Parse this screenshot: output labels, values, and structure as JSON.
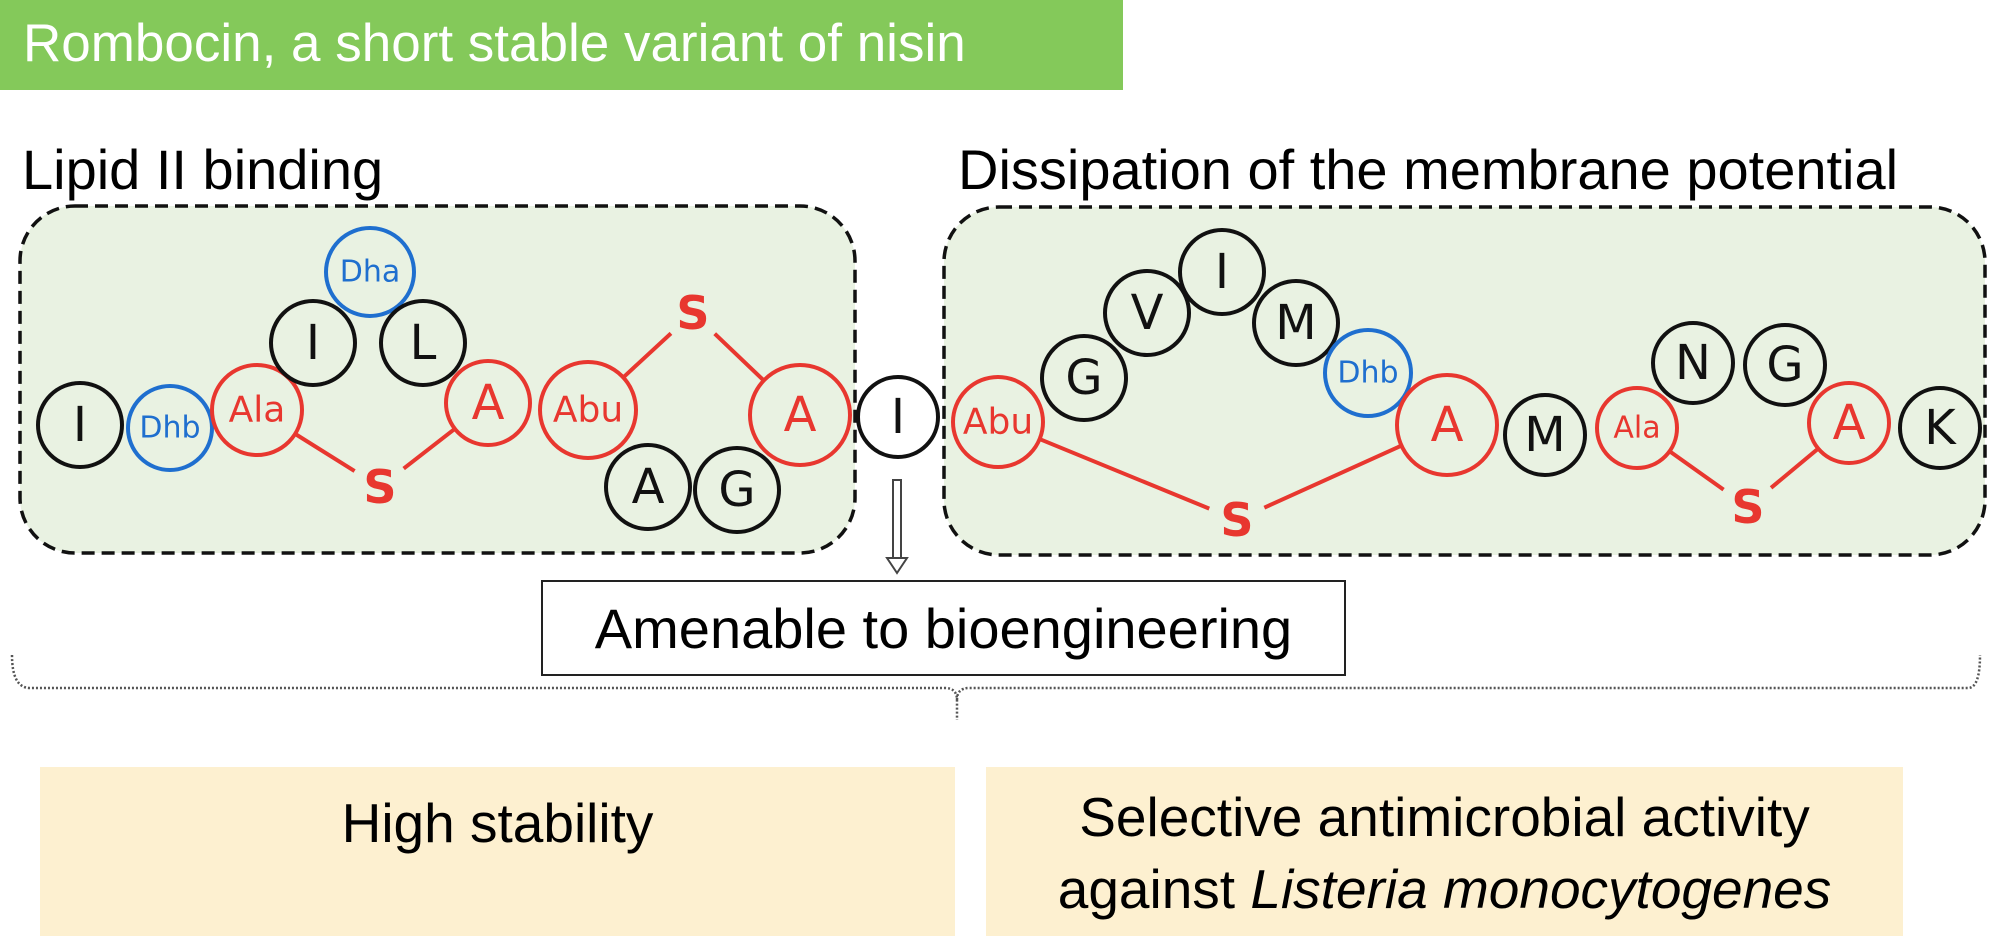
{
  "title": "Rombocin, a short stable variant of nisin",
  "sections": {
    "left_label": "Lipid II binding",
    "right_label": "Dissipation of the membrane potential"
  },
  "colors": {
    "banner": "#84c95a",
    "domain_fill": "#e9f2e2",
    "modified": "#e8372f",
    "dehydrated": "#1f6fcf",
    "standard": "#111111",
    "property_fill": "#fdf0d0"
  },
  "legend_semantics": {
    "red": "lanthionine / methyllanthionine residues (Ala, Abu, A) and thioether S bridges",
    "blue": "dehydrated residues (Dha, Dhb)",
    "black": "standard amino acids"
  },
  "residues": [
    {
      "label": "I",
      "type": "standard"
    },
    {
      "label": "Dhb",
      "type": "dehydrated"
    },
    {
      "label": "Ala",
      "type": "modified"
    },
    {
      "label": "I",
      "type": "standard"
    },
    {
      "label": "Dha",
      "type": "dehydrated"
    },
    {
      "label": "L",
      "type": "standard"
    },
    {
      "label": "A",
      "type": "modified"
    },
    {
      "label": "Abu",
      "type": "modified"
    },
    {
      "label": "A",
      "type": "standard"
    },
    {
      "label": "G",
      "type": "standard"
    },
    {
      "label": "A",
      "type": "modified"
    },
    {
      "label": "I",
      "type": "standard"
    },
    {
      "label": "Abu",
      "type": "modified"
    },
    {
      "label": "G",
      "type": "standard"
    },
    {
      "label": "V",
      "type": "standard"
    },
    {
      "label": "I",
      "type": "standard"
    },
    {
      "label": "M",
      "type": "standard"
    },
    {
      "label": "Dhb",
      "type": "dehydrated"
    },
    {
      "label": "A",
      "type": "modified"
    },
    {
      "label": "M",
      "type": "standard"
    },
    {
      "label": "Ala",
      "type": "modified"
    },
    {
      "label": "N",
      "type": "standard"
    },
    {
      "label": "G",
      "type": "standard"
    },
    {
      "label": "A",
      "type": "modified"
    },
    {
      "label": "K",
      "type": "standard"
    }
  ],
  "bridges": [
    {
      "label": "S",
      "from": 2,
      "to": 6
    },
    {
      "label": "S",
      "from": 7,
      "to": 10
    },
    {
      "label": "S",
      "from": 12,
      "to": 18
    },
    {
      "label": "S",
      "from": 20,
      "to": 23
    }
  ],
  "amenable": "Amenable to bioengineering",
  "properties": {
    "left": [
      "High stability"
    ],
    "right_line1": "Selective antimicrobial activity",
    "right_line2_plain": "against ",
    "right_line2_italic": "Listeria monocytogenes"
  }
}
